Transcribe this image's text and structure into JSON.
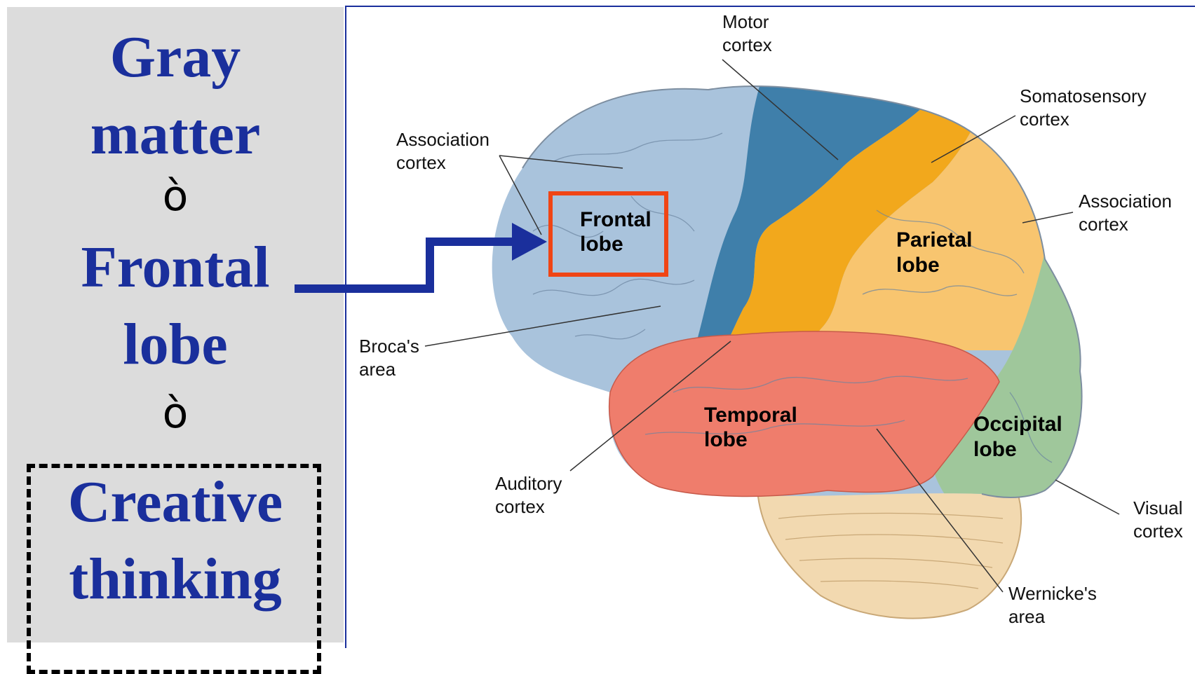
{
  "left": {
    "line1": "Gray",
    "line2": "matter",
    "symbol1": "ò",
    "line3": "Frontal",
    "line4": "lobe",
    "symbol2": "ò",
    "line5": "Creative",
    "line6": "thinking"
  },
  "diagram": {
    "lobes": {
      "frontal_l1": "Frontal",
      "frontal_l2": "lobe",
      "parietal_l1": "Parietal",
      "parietal_l2": "lobe",
      "temporal_l1": "Temporal",
      "temporal_l2": "lobe",
      "occipital_l1": "Occipital",
      "occipital_l2": "lobe"
    },
    "labels": {
      "motor_l1": "Motor",
      "motor_l2": "cortex",
      "somato_l1": "Somatosensory",
      "somato_l2": "cortex",
      "assoc_left_l1": "Association",
      "assoc_left_l2": "cortex",
      "assoc_right_l1": "Association",
      "assoc_right_l2": "cortex",
      "broca_l1": "Broca's",
      "broca_l2": "area",
      "auditory_l1": "Auditory",
      "auditory_l2": "cortex",
      "visual_l1": "Visual",
      "visual_l2": "cortex",
      "wernicke_l1": "Wernicke's",
      "wernicke_l2": "area"
    },
    "colors": {
      "frontal": "#a9c3dc",
      "motor": "#3f7faa",
      "somatosensory": "#f2a81c",
      "parietal": "#f8c56f",
      "temporal": "#ef7d6c",
      "occipital": "#9fc79b",
      "cerebellum": "#f2d9b0",
      "highlight": "#f04515",
      "arrow": "#1a2f9c"
    }
  }
}
